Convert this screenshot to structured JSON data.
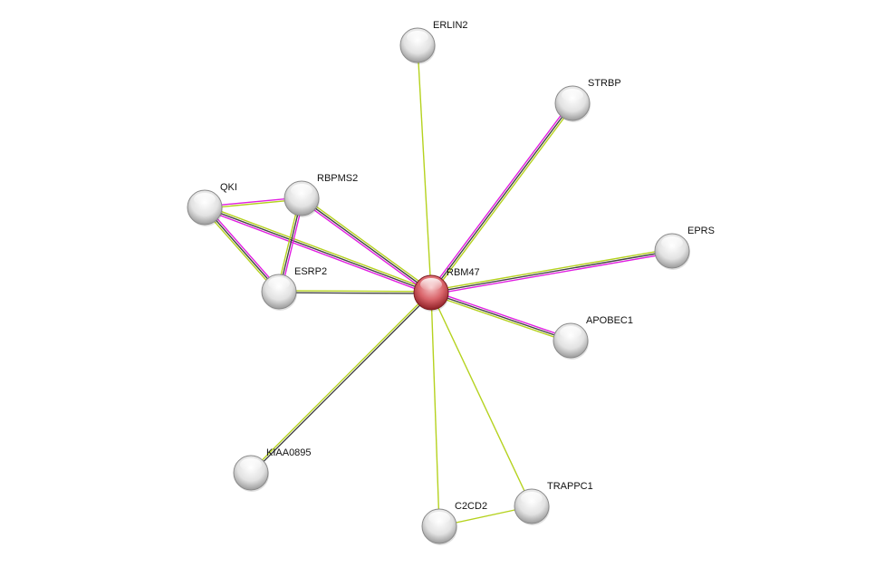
{
  "network": {
    "nodes": [
      {
        "id": "RBM47",
        "label": "RBM47",
        "query": true
      },
      {
        "id": "ERLIN2",
        "label": "ERLIN2"
      },
      {
        "id": "STRBP",
        "label": "STRBP"
      },
      {
        "id": "QKI",
        "label": "QKI"
      },
      {
        "id": "RBPMS2",
        "label": "RBPMS2"
      },
      {
        "id": "EPRS",
        "label": "EPRS"
      },
      {
        "id": "ESRP2",
        "label": "ESRP2"
      },
      {
        "id": "APOBEC1",
        "label": "APOBEC1"
      },
      {
        "id": "KIAA0895",
        "label": "KIAA0895"
      },
      {
        "id": "C2CD2",
        "label": "C2CD2"
      },
      {
        "id": "TRAPPC1",
        "label": "TRAPPC1"
      }
    ],
    "edges": [
      {
        "a": "RBM47",
        "b": "ERLIN2",
        "evidence": [
          "textmining"
        ]
      },
      {
        "a": "RBM47",
        "b": "STRBP",
        "evidence": [
          "experiments",
          "coexpression",
          "textmining"
        ]
      },
      {
        "a": "RBM47",
        "b": "QKI",
        "evidence": [
          "experiments",
          "coexpression",
          "textmining"
        ]
      },
      {
        "a": "RBM47",
        "b": "RBPMS2",
        "evidence": [
          "experiments",
          "coexpression",
          "textmining"
        ]
      },
      {
        "a": "RBM47",
        "b": "ESRP2",
        "evidence": [
          "coexpression",
          "textmining"
        ]
      },
      {
        "a": "RBM47",
        "b": "EPRS",
        "evidence": [
          "textmining",
          "coexpression",
          "experiments"
        ]
      },
      {
        "a": "RBM47",
        "b": "APOBEC1",
        "evidence": [
          "experiments",
          "coexpression",
          "textmining"
        ]
      },
      {
        "a": "RBM47",
        "b": "KIAA0895",
        "evidence": [
          "coexpression",
          "textmining"
        ]
      },
      {
        "a": "RBM47",
        "b": "C2CD2",
        "evidence": [
          "textmining"
        ]
      },
      {
        "a": "RBM47",
        "b": "TRAPPC1",
        "evidence": [
          "textmining"
        ]
      },
      {
        "a": "QKI",
        "b": "RBPMS2",
        "evidence": [
          "experiments",
          "textmining"
        ]
      },
      {
        "a": "QKI",
        "b": "ESRP2",
        "evidence": [
          "experiments",
          "coexpression",
          "textmining"
        ]
      },
      {
        "a": "RBPMS2",
        "b": "ESRP2",
        "evidence": [
          "experiments",
          "coexpression",
          "textmining"
        ]
      },
      {
        "a": "C2CD2",
        "b": "TRAPPC1",
        "evidence": [
          "textmining"
        ]
      }
    ]
  },
  "colors": {
    "experiments": "#e11ee1",
    "coexpression": "#444444",
    "textmining": "#b5d21e",
    "query_node": "#d9535a",
    "node": "#dcdcdc"
  }
}
